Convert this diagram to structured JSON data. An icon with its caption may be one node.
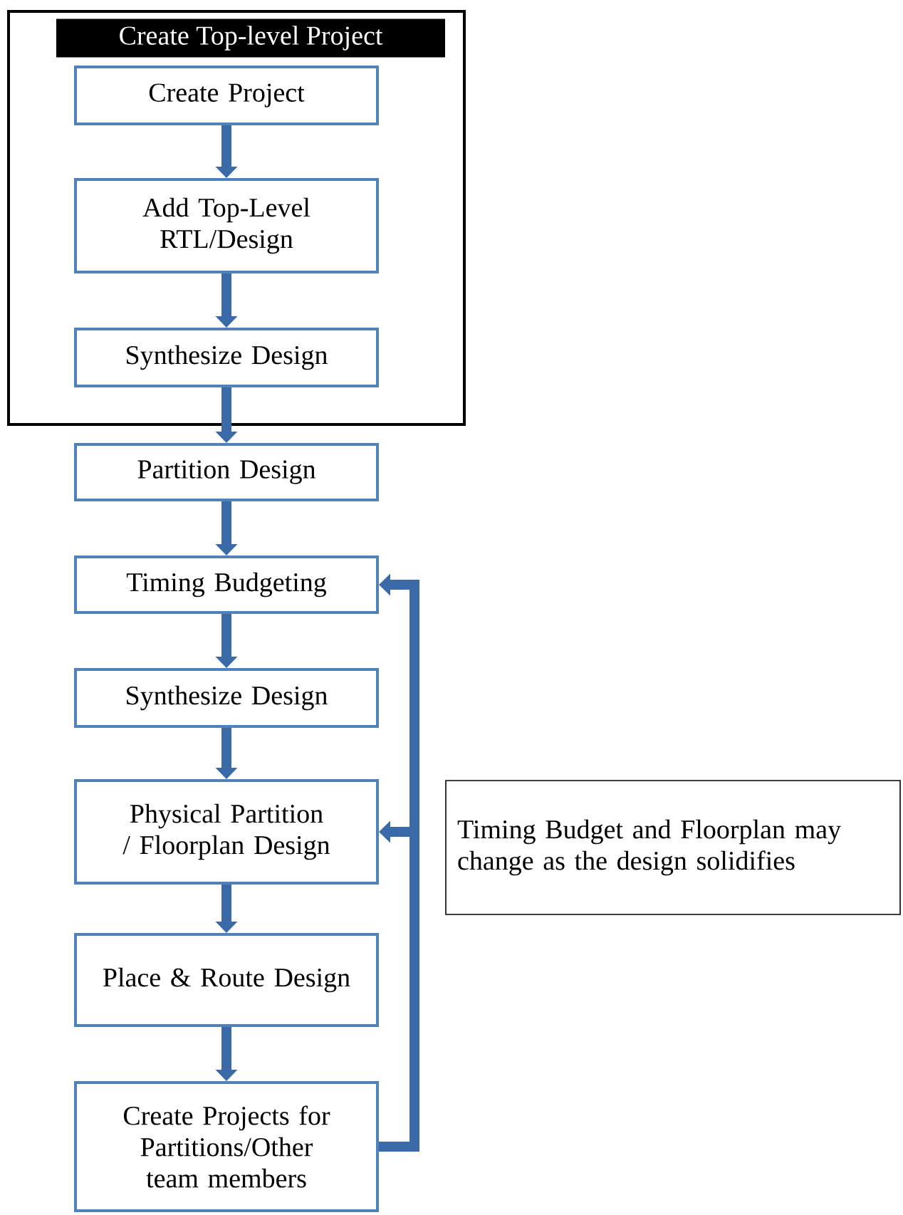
{
  "diagram": {
    "nodes": [
      {
        "text": [
          "Create Top-level Project"
        ]
      },
      {
        "text": [
          "Create Project"
        ],
        "in": 0
      },
      {
        "text": [
          "Add Top-Level RTL/Design"
        ],
        "in": 0
      },
      {
        "text": [
          "Synthesize Design"
        ],
        "in": 0
      },
      {
        "text": [
          "Partition Design"
        ]
      },
      {
        "text": [
          "Timing Budgeting"
        ]
      },
      {
        "text": [
          "Synthesize Design"
        ]
      },
      {
        "text": [
          "Physical Partition / Floorplan Design"
        ]
      },
      {
        "text": [
          "Place & Route Design"
        ]
      },
      {
        "text": [
          "Create Projects for Partitions/Other team members"
        ]
      },
      {
        "text": [
          "Timing Budget and Floorplan may change as the design solidifies"
        ]
      }
    ],
    "edges": [
      {
        "from": 1,
        "to": 2,
        "arrow": "to"
      },
      {
        "from": 2,
        "to": 3,
        "arrow": "to"
      },
      {
        "from": 3,
        "to": 4,
        "arrow": "to"
      },
      {
        "from": 4,
        "to": 5,
        "arrow": "to"
      },
      {
        "from": 5,
        "to": 6,
        "arrow": "to"
      },
      {
        "from": 6,
        "to": 7,
        "arrow": "to"
      },
      {
        "from": 7,
        "to": 8,
        "arrow": "to"
      },
      {
        "from": 8,
        "to": 9,
        "arrow": "to"
      },
      {
        "from": 9,
        "to": 5,
        "arrow": "to"
      },
      {
        "from": 9,
        "to": 7,
        "arrow": "to"
      }
    ]
  }
}
